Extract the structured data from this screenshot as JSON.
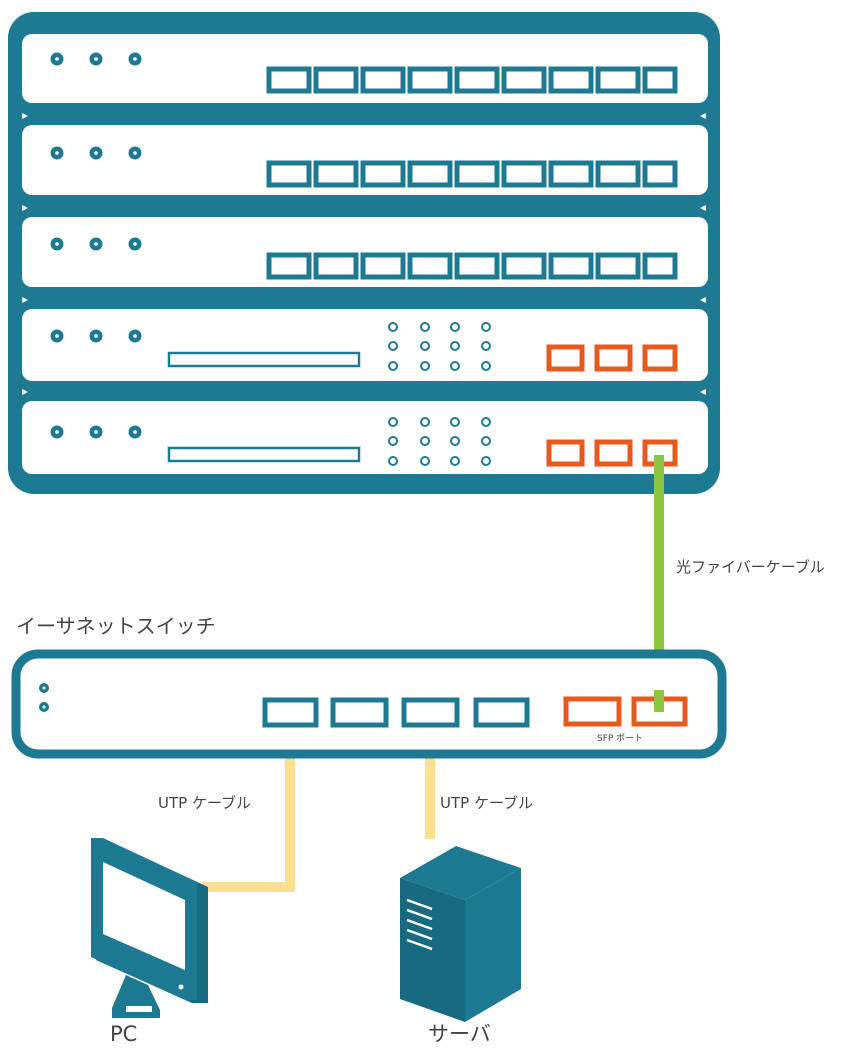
{
  "labels": {
    "fiber_cable": "光ファイバーケーブル",
    "ethernet_switch": "イーサネットスイッチ",
    "utp_cable_left": "UTP ケーブル",
    "utp_cable_right": "UTP ケーブル",
    "sfp_port": "SFP ポート",
    "pc": "PC",
    "server": "サーバ"
  },
  "colors": {
    "device": "#1e7a93",
    "device_dark": "#176a80",
    "sfp": "#e8591c",
    "fiber": "#8cc63f",
    "utp": "#fce08f",
    "panel": "#ffffff"
  }
}
